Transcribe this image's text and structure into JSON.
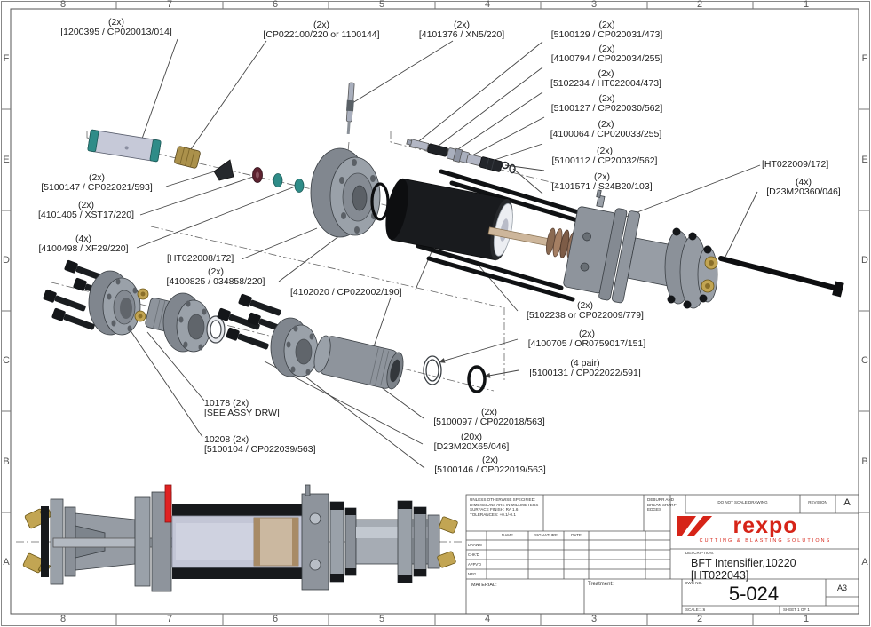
{
  "grid": {
    "columns": [
      "8",
      "7",
      "6",
      "5",
      "4",
      "3",
      "2",
      "1"
    ],
    "rows": [
      "F",
      "E",
      "D",
      "C",
      "B",
      "A"
    ]
  },
  "callouts": [
    {
      "qty": "(2x)",
      "id": "[1200395 / CP020013/014]"
    },
    {
      "qty": "(2x)",
      "id": "[CP022100/220 or 1100144]"
    },
    {
      "qty": "(2x)",
      "id": "[4101376 / XN5/220]"
    },
    {
      "qty": "(2x)",
      "id": "[5100129 / CP020031/473]"
    },
    {
      "qty": "(2x)",
      "id": "[4100794 / CP020034/255]"
    },
    {
      "qty": "(2x)",
      "id": "[5102234 / HT022004/473]"
    },
    {
      "qty": "(2x)",
      "id": "[5100127 / CP020030/562]"
    },
    {
      "qty": "(2x)",
      "id": "[4100064 / CP020033/255]"
    },
    {
      "qty": "(2x)",
      "id": "[5100112 / CP20032/562]"
    },
    {
      "qty": "(2x)",
      "id": "[4101571 / S24B20/103]"
    },
    {
      "qty": "",
      "id": "[HT022009/172]"
    },
    {
      "qty": "(4x)",
      "id": "[D23M20360/046]"
    },
    {
      "qty": "(2x)",
      "id": "[5100147 / CP022021/593]"
    },
    {
      "qty": "(2x)",
      "id": "[4101405 / XST17/220]"
    },
    {
      "qty": "(4x)",
      "id": "[4100498 / XF29/220]"
    },
    {
      "qty": "",
      "id": "[HT022008/172]"
    },
    {
      "qty": "(2x)",
      "id": "[4100825 / 034858/220]"
    },
    {
      "qty": "",
      "id": "[4102020 / CP022002/190]"
    },
    {
      "qty": "(2x)",
      "id": "[5102238 or CP022009/779]"
    },
    {
      "qty": "(2x)",
      "id": "[4100705 / OR0759017/151]"
    },
    {
      "qty": "(4 pair)",
      "id": "[5100131 / CP022022/591]"
    },
    {
      "qty": "10178 (2x)",
      "id": "[SEE ASSY DRW]"
    },
    {
      "qty": "10208 (2x)",
      "id": "[5100104 / CP022039/563]"
    },
    {
      "qty": "(2x)",
      "id": "[5100097 / CP022018/563]"
    },
    {
      "qty": "(20x)",
      "id": "[D23M20X65/046]"
    },
    {
      "qty": "(2x)",
      "id": "[5100146 / CP022019/563]"
    }
  ],
  "title_block": {
    "notes": [
      "UNLESS OTHERWISE SPECIFIED:",
      "DIMENSIONS ARE IN MILLIMETERS",
      "SURFACE FINISH: RA 1.6",
      "TOLERANCES: +0.1/-0.1"
    ],
    "deburr": [
      "DEBURR AND",
      "BREAK SHARP",
      "EDGES"
    ],
    "do_not_scale": "DO NOT SCALE DRAWING",
    "revision_label": "REVISION",
    "revision": "A",
    "sign_table": {
      "headers": [
        "NAME",
        "SIGNATURE",
        "DATE"
      ],
      "rows": [
        "DRAWN",
        "CHK'D",
        "APPV'D",
        "MFG"
      ]
    },
    "material_label": "MATERIAL:",
    "treatment_label": "Treatment:",
    "dwg_no_label": "DWG NO.",
    "dwg_no": "5-024",
    "paper_size": "A3",
    "scale": "SCALE:1:6",
    "sheet": "SHEET 1 OF 1",
    "description_label": "DESCRIPTION:",
    "description": "BFT Intensifier,10220 [HT022043]",
    "logo_text": "rexpo",
    "logo_tagline": "CUTTING & BLASTING SOLUTIONS",
    "logo_color": "#d62418"
  }
}
